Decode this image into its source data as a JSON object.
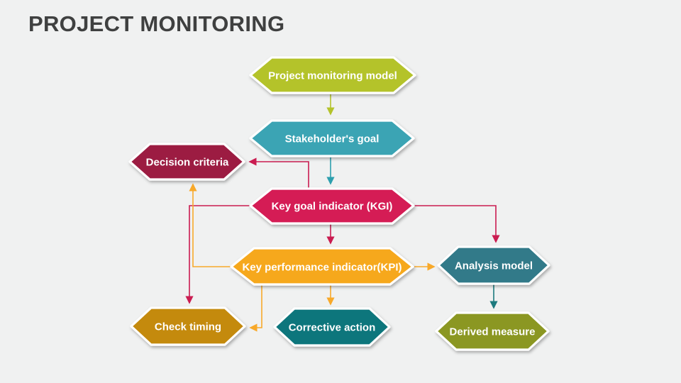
{
  "slide": {
    "title": "PROJECT MONITORING",
    "background_color": "#f0f1f1",
    "title_color": "#3f4040"
  },
  "nodes": [
    {
      "id": "project-monitoring-model",
      "label": "Project monitoring model",
      "color": "#b4c32b"
    },
    {
      "id": "stakeholders-goal",
      "label": "Stakeholder's goal",
      "color": "#3aa4b4"
    },
    {
      "id": "decision-criteria",
      "label": "Decision criteria",
      "color": "#9c1c43"
    },
    {
      "id": "key-goal-indicator",
      "label": "Key goal indicator (KGI)",
      "color": "#d51a54"
    },
    {
      "id": "key-performance-indicator",
      "label": "Key performance indicator(KPI)",
      "color": "#f6a81f"
    },
    {
      "id": "analysis-model",
      "label": "Analysis model",
      "color": "#307a89"
    },
    {
      "id": "check-timing",
      "label": "Check timing",
      "color": "#c48a0f"
    },
    {
      "id": "corrective-action",
      "label": "Corrective action",
      "color": "#10767c"
    },
    {
      "id": "derived-measure",
      "label": "Derived measure",
      "color": "#8b9723"
    }
  ],
  "connectors": [
    {
      "from": "Project monitoring model",
      "to": "Stakeholder's goal",
      "color": "#b4c32b"
    },
    {
      "from": "Stakeholder's goal",
      "to": "Key goal indicator (KGI)",
      "color": "#2d9fae"
    },
    {
      "from": "Key goal indicator (KGI)",
      "to": "Decision criteria",
      "color": "#ca1c51"
    },
    {
      "from": "Key goal indicator (KGI)",
      "to": "Key performance indicator(KPI)",
      "color": "#ca1c51"
    },
    {
      "from": "Key goal indicator (KGI)",
      "to": "Analysis model",
      "color": "#ca1c51"
    },
    {
      "from": "Key goal indicator (KGI)",
      "to": "Check timing",
      "color": "#ca1c51"
    },
    {
      "from": "Key performance indicator(KPI)",
      "to": "Decision criteria",
      "color": "#f8a92a"
    },
    {
      "from": "Key performance indicator(KPI)",
      "to": "Analysis model",
      "color": "#f8a92a"
    },
    {
      "from": "Key performance indicator(KPI)",
      "to": "Check timing",
      "color": "#f8a92a"
    },
    {
      "from": "Key performance indicator(KPI)",
      "to": "Corrective action",
      "color": "#f8a92a"
    },
    {
      "from": "Analysis model",
      "to": "Derived measure",
      "color": "#1c7a7e"
    }
  ]
}
